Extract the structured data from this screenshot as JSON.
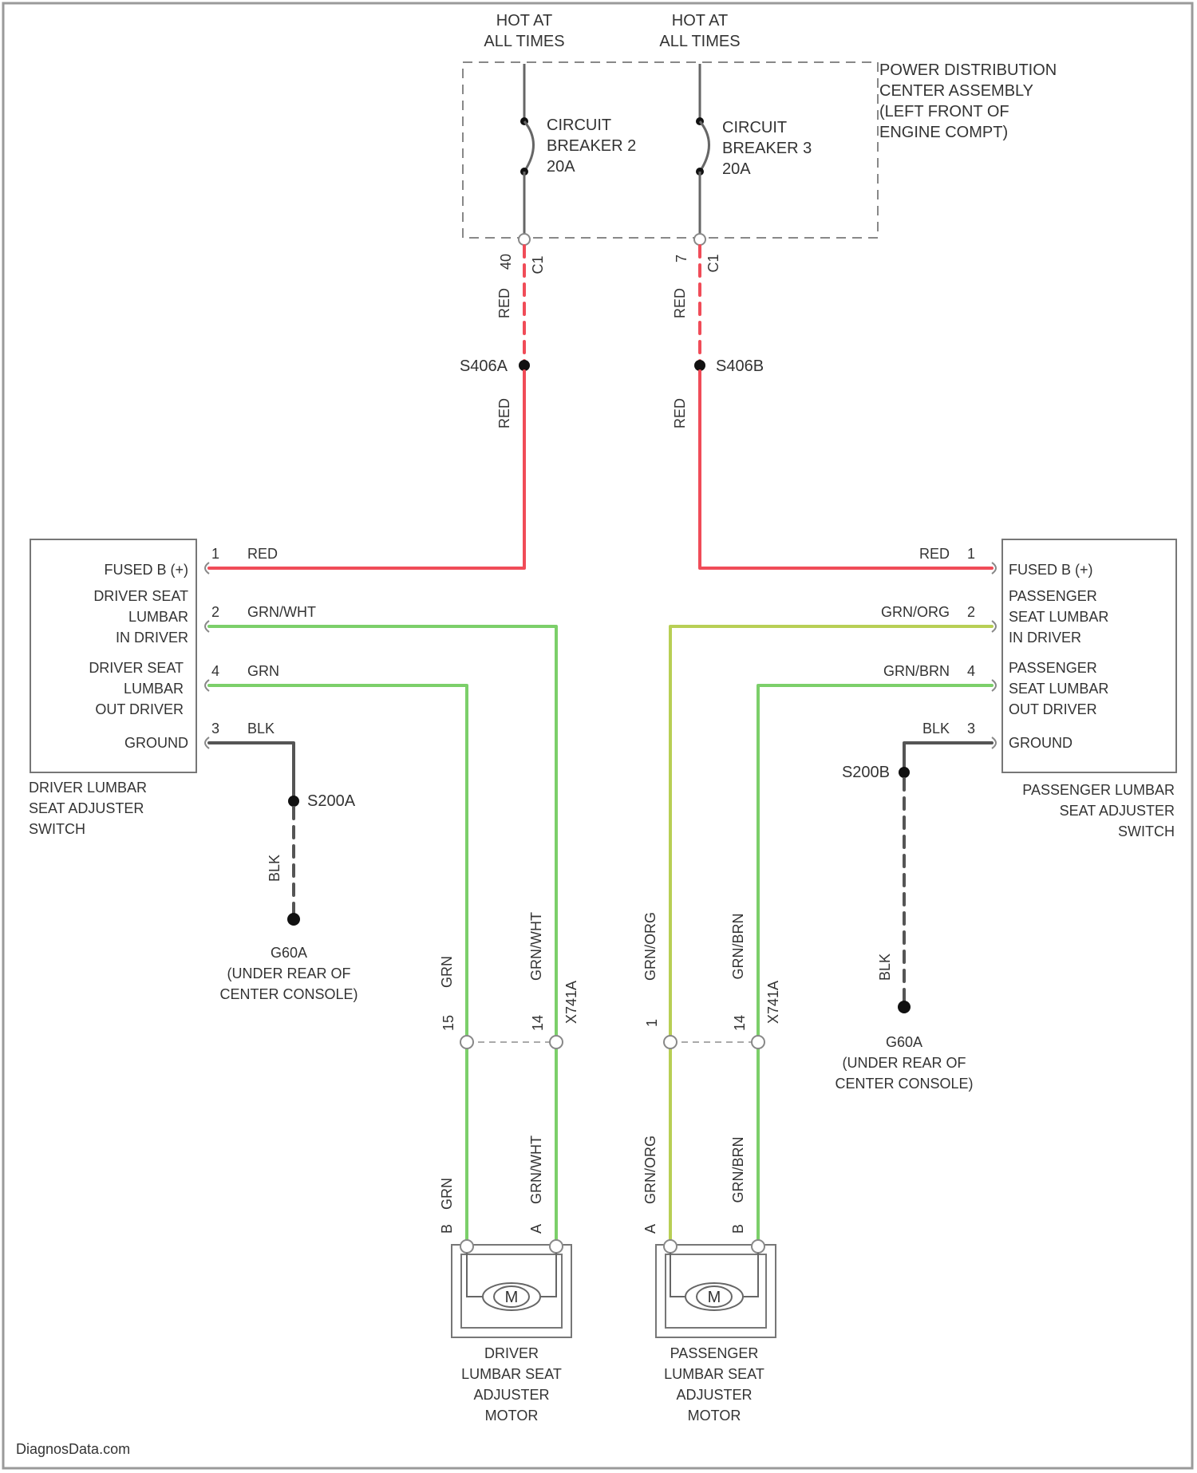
{
  "colors": {
    "red": "#f04c58",
    "green": "#7ccf6a",
    "yellow_green": "#b8cf55",
    "black": "#555555"
  },
  "top": {
    "hot1": [
      "HOT AT",
      "ALL TIMES"
    ],
    "hot2": [
      "HOT AT",
      "ALL TIMES"
    ],
    "pdc_label": [
      "POWER DISTRIBUTION",
      "CENTER ASSEMBLY",
      "(LEFT FRONT OF",
      "ENGINE COMPT)"
    ],
    "cb1": [
      "CIRCUIT",
      "BREAKER 2",
      "20A"
    ],
    "cb2": [
      "CIRCUIT",
      "BREAKER 3",
      "20A"
    ],
    "pin_left": "40",
    "pin_right": "7",
    "conn_left": "C1",
    "conn_right": "C1",
    "splice_left": "S406A",
    "splice_right": "S406B"
  },
  "wires": {
    "red": "RED",
    "grn": "GRN",
    "grn_wht": "GRN/WHT",
    "grn_org": "GRN/ORG",
    "grn_brn": "GRN/BRN",
    "blk": "BLK"
  },
  "driver_switch": {
    "pins": [
      {
        "num": "1",
        "wire": "RED",
        "label": [
          "FUSED B (+)"
        ]
      },
      {
        "num": "2",
        "wire": "GRN/WHT",
        "label": [
          "DRIVER SEAT",
          "LUMBAR",
          "IN DRIVER"
        ]
      },
      {
        "num": "4",
        "wire": "GRN",
        "label": [
          "DRIVER SEAT",
          "LUMBAR",
          "OUT DRIVER"
        ]
      },
      {
        "num": "3",
        "wire": "BLK",
        "label": [
          "GROUND"
        ]
      }
    ],
    "name": [
      "DRIVER LUMBAR",
      "SEAT ADJUSTER",
      "SWITCH"
    ],
    "splice": "S200A",
    "ground_label": [
      "G60A",
      "(UNDER REAR OF",
      "CENTER CONSOLE)"
    ]
  },
  "passenger_switch": {
    "pins": [
      {
        "num": "1",
        "wire": "RED",
        "label": [
          "FUSED B (+)"
        ]
      },
      {
        "num": "2",
        "wire": "GRN/ORG",
        "label": [
          "PASSENGER",
          "SEAT LUMBAR",
          "IN DRIVER"
        ]
      },
      {
        "num": "4",
        "wire": "GRN/BRN",
        "label": [
          "PASSENGER",
          "SEAT LUMBAR",
          "OUT DRIVER"
        ]
      },
      {
        "num": "3",
        "wire": "BLK",
        "label": [
          "GROUND"
        ]
      }
    ],
    "name": [
      "PASSENGER LUMBAR",
      "SEAT ADJUSTER",
      "SWITCH"
    ],
    "splice": "S200B",
    "ground_label": [
      "G60A",
      "(UNDER REAR OF",
      "CENTER CONSOLE)"
    ]
  },
  "inline_connectors": {
    "left_pins": [
      "15",
      "14"
    ],
    "right_pins": [
      "1",
      "14"
    ],
    "left_id": "X741A",
    "right_id": "X741A"
  },
  "motors": {
    "driver": {
      "pins": [
        "B",
        "A"
      ],
      "label": [
        "DRIVER",
        "LUMBAR SEAT",
        "ADJUSTER",
        "MOTOR"
      ],
      "symbol": "M"
    },
    "passenger": {
      "pins": [
        "A",
        "B"
      ],
      "label": [
        "PASSENGER",
        "LUMBAR SEAT",
        "ADJUSTER",
        "MOTOR"
      ],
      "symbol": "M"
    }
  },
  "footer": "DiagnosData.com"
}
